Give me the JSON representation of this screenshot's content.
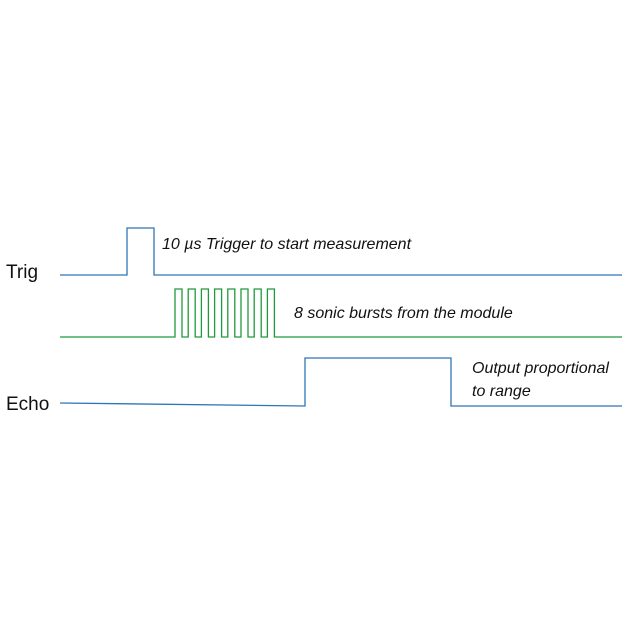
{
  "signals": {
    "trig": {
      "label": "Trig",
      "color": "#2e75b6"
    },
    "bursts": {
      "label": "",
      "color": "#1f9a3a",
      "count": 8
    },
    "echo": {
      "label": "Echo",
      "color": "#2e75b6"
    }
  },
  "annotations": {
    "trigger": "10 µs Trigger to start measurement",
    "bursts": "8 sonic bursts from the module",
    "echo_line1": "Output proportional",
    "echo_line2": "to range"
  }
}
